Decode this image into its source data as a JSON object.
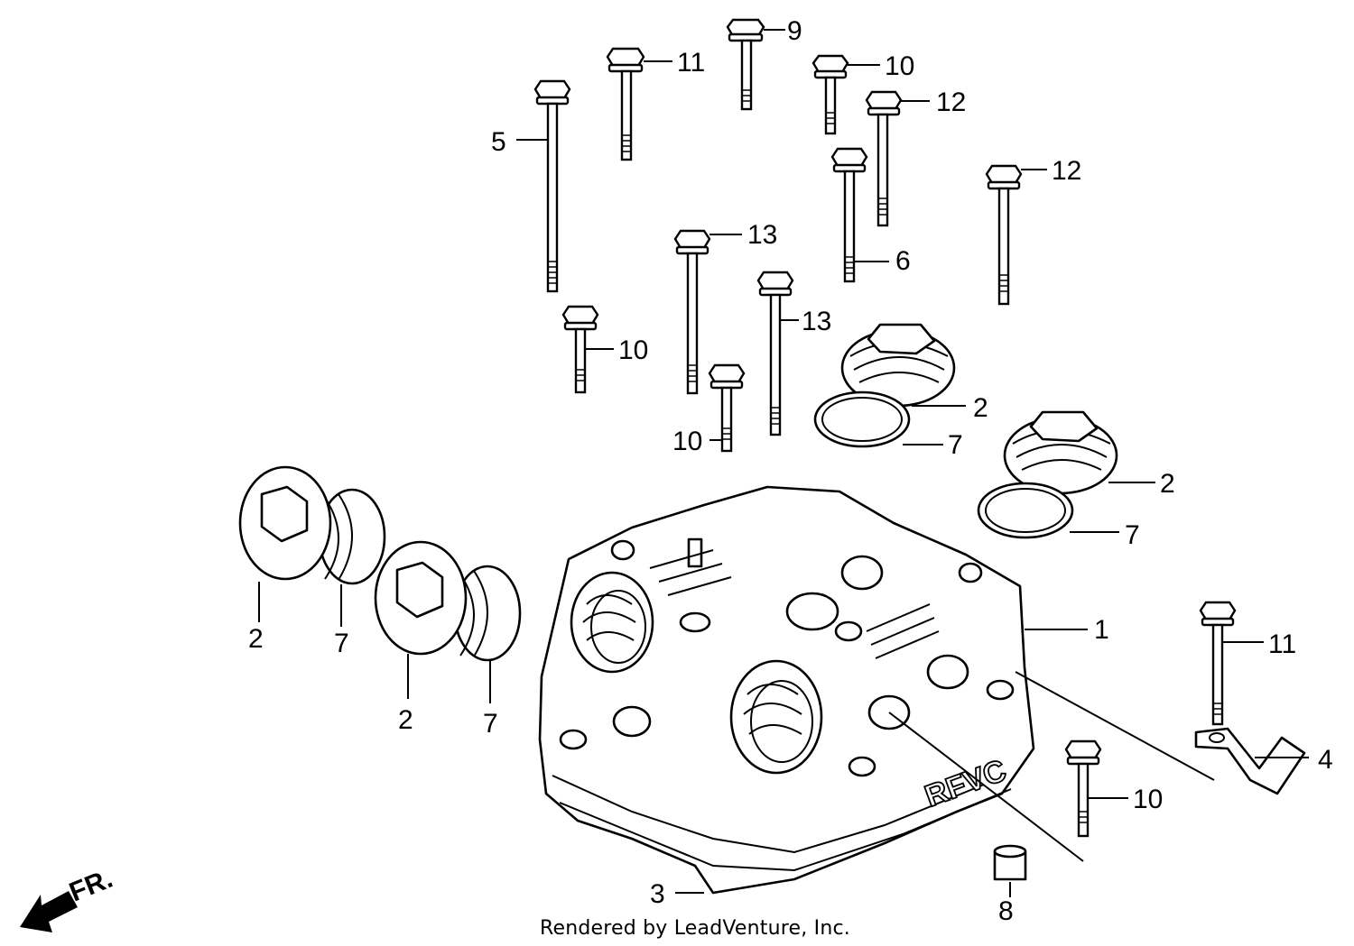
{
  "footer": {
    "credit": "Rendered by LeadVenture, Inc."
  },
  "direction": {
    "label": "FR."
  },
  "emboss": {
    "text": "RFVC"
  },
  "callouts": [
    "1",
    "2",
    "2",
    "2",
    "2",
    "3",
    "4",
    "5",
    "6",
    "7",
    "7",
    "7",
    "7",
    "8",
    "9",
    "10",
    "10",
    "10",
    "10",
    "11",
    "11",
    "12",
    "12",
    "13",
    "13"
  ]
}
